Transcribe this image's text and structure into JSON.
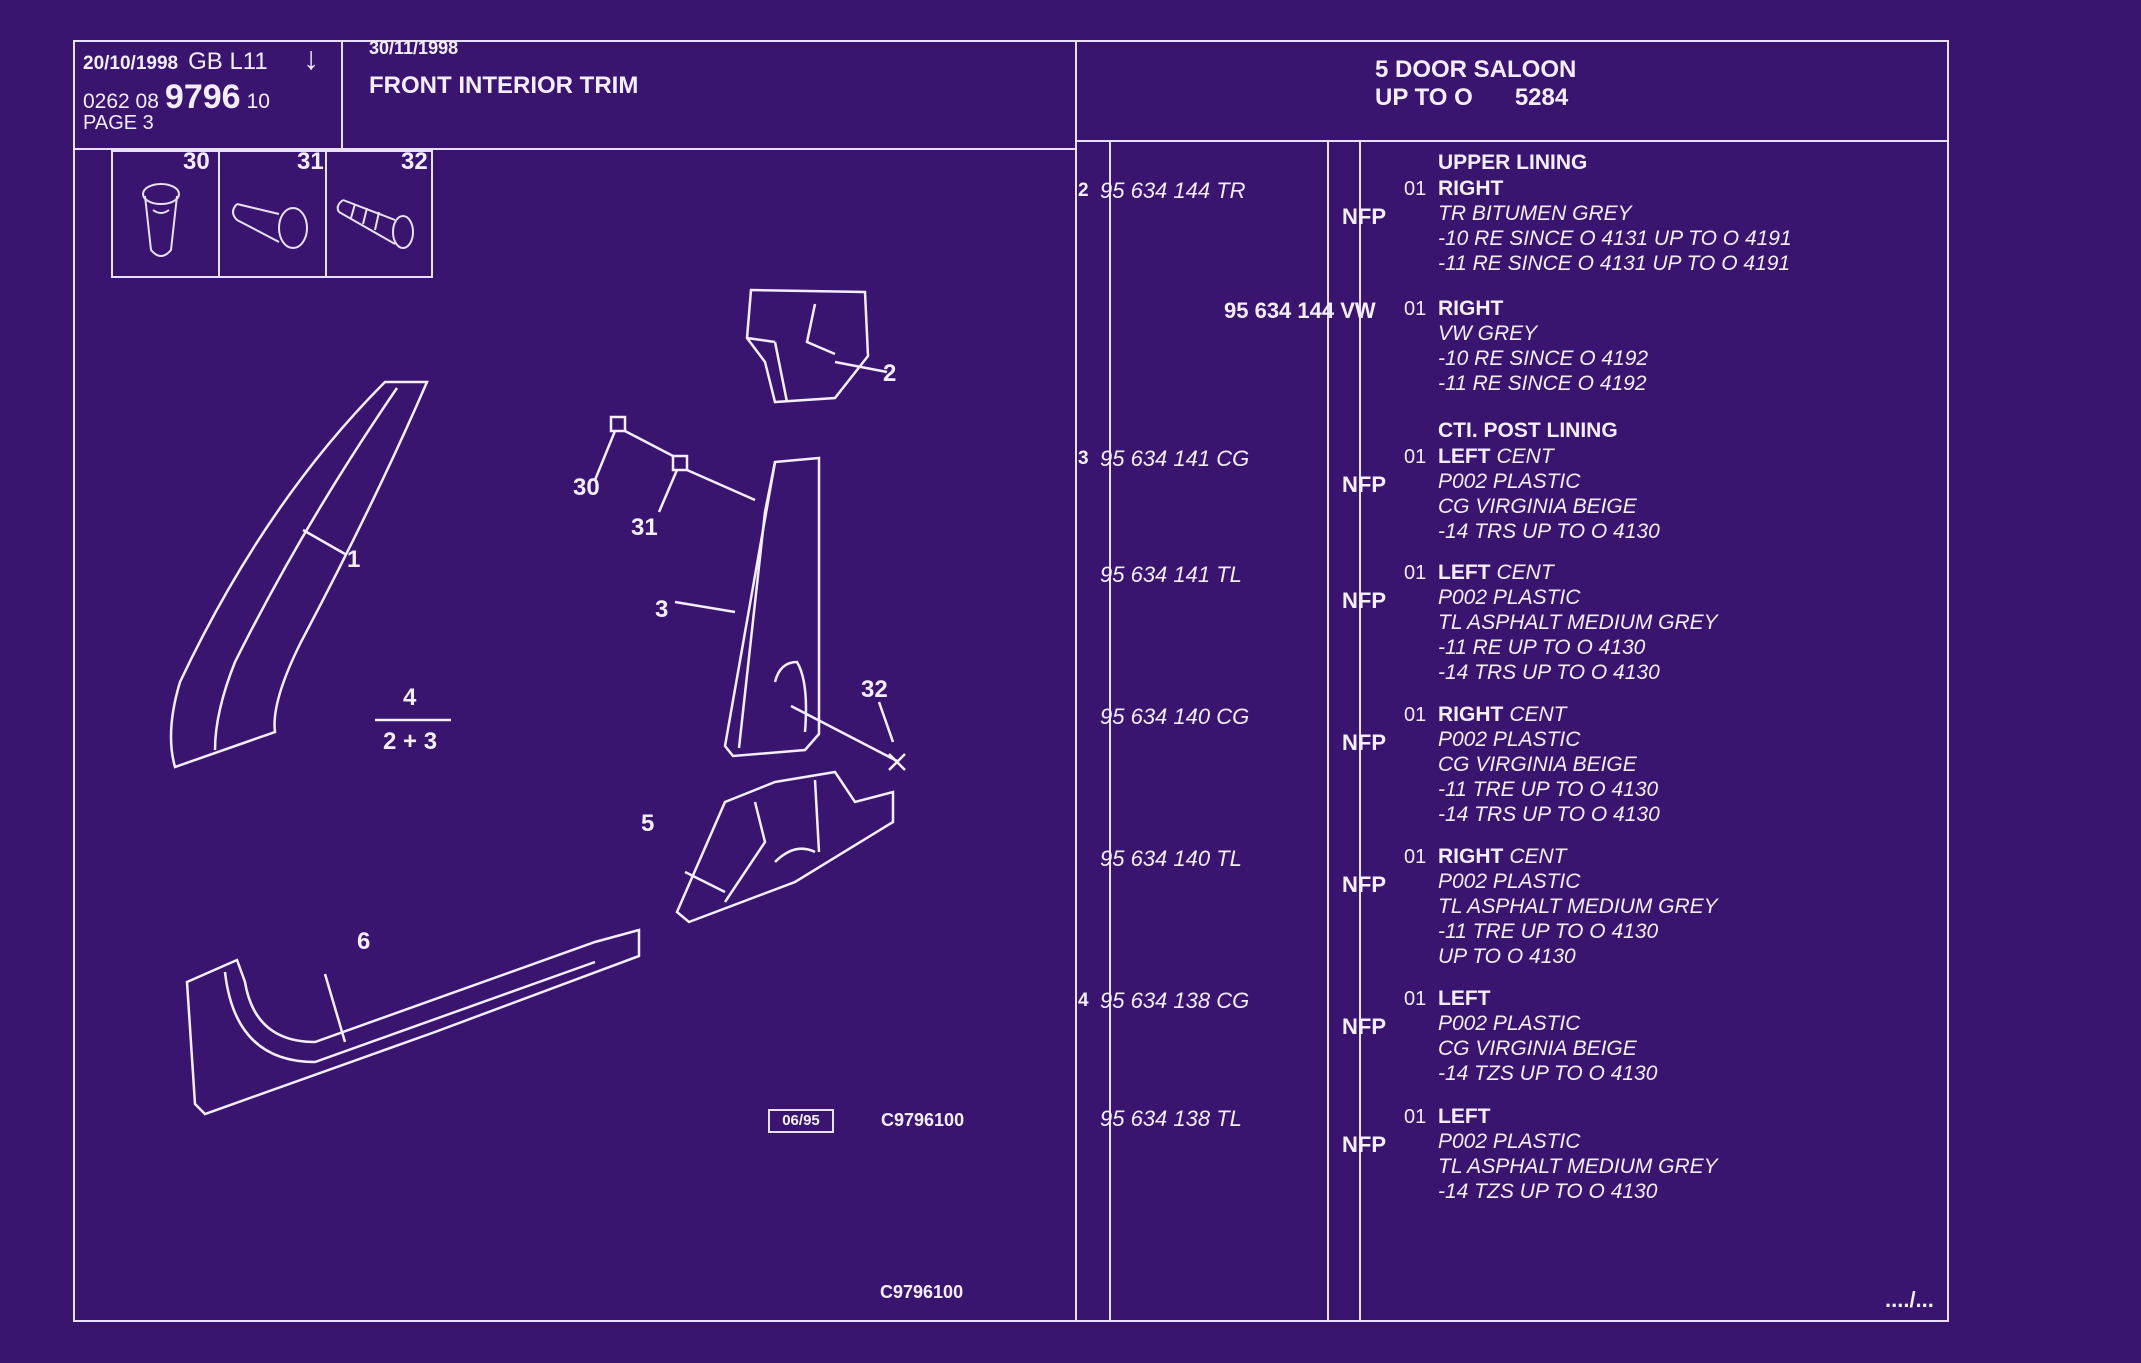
{
  "header": {
    "date_left": "20/10/1998",
    "market": "GB L11",
    "arrow": "↓",
    "code_prefix": "0262 08",
    "code_main": "9796",
    "code_suffix": "10",
    "page": "PAGE 3",
    "date_right": "30/11/1998",
    "title": "FRONT INTERIOR TRIM",
    "model_line1": "5 DOOR SALOON",
    "model_line2_a": "UP TO O",
    "model_line2_b": "5284"
  },
  "fasteners": [
    "30",
    "31",
    "32"
  ],
  "diagram": {
    "callouts": [
      "1",
      "2",
      "3",
      "4",
      "2 + 3",
      "5",
      "6",
      "30",
      "31",
      "32"
    ],
    "date_tag": "06/95",
    "ref_code_inline": "C9796100",
    "ref_code_bottom": "C9796100"
  },
  "parts": [
    {
      "item": "",
      "part": "",
      "nfp": "",
      "qty": "",
      "desc": [
        "UPPER LINING"
      ],
      "heading": true
    },
    {
      "item": "2",
      "part": "95 634 144 TR",
      "nfp": "NFP",
      "qty": "01",
      "desc": [
        "RIGHT",
        "TR BITUMEN GREY",
        "-10 RE SINCE O 4131 UP TO O 4191",
        "-11 RE SINCE O 4131 UP TO O 4191"
      ]
    },
    {
      "item": "",
      "part": "95 634 144 VW",
      "nfp": "",
      "qty": "01",
      "desc": [
        "RIGHT",
        "VW GREY",
        "-10 RE SINCE O 4192",
        "-11 RE SINCE O 4192"
      ],
      "bold": true
    },
    {
      "item": "",
      "part": "",
      "nfp": "",
      "qty": "",
      "desc": [
        "CTI. POST LINING"
      ],
      "heading": true
    },
    {
      "item": "3",
      "part": "95 634 141 CG",
      "nfp": "NFP",
      "qty": "01",
      "desc": [
        "LEFT",
        "P002 PLASTIC",
        "CG VIRGINIA BEIGE",
        "-14 TRS UP TO O 4130"
      ],
      "cent": true
    },
    {
      "item": "",
      "part": "95 634 141 TL",
      "nfp": "NFP",
      "qty": "01",
      "desc": [
        "LEFT",
        "P002 PLASTIC",
        "TL ASPHALT MEDIUM GREY",
        "-11 RE UP TO O 4130",
        "-14 TRS UP TO O 4130"
      ],
      "cent": true
    },
    {
      "item": "",
      "part": "95 634 140 CG",
      "nfp": "NFP",
      "qty": "01",
      "desc": [
        "RIGHT",
        "P002 PLASTIC",
        "CG VIRGINIA BEIGE",
        "-11 TRE UP TO O 4130",
        "-14 TRS UP TO O 4130"
      ],
      "cent": true
    },
    {
      "item": "",
      "part": "95 634 140 TL",
      "nfp": "NFP",
      "qty": "01",
      "desc": [
        "RIGHT",
        "P002 PLASTIC",
        "TL ASPHALT MEDIUM GREY",
        "-11 TRE UP TO O 4130",
        "UP TO O 4130"
      ],
      "cent": true
    },
    {
      "item": "4",
      "part": "95 634 138 CG",
      "nfp": "NFP",
      "qty": "01",
      "desc": [
        "LEFT",
        "P002 PLASTIC",
        "CG VIRGINIA BEIGE",
        "-14 TZS UP TO O 4130"
      ]
    },
    {
      "item": "",
      "part": "95 634 138 TL",
      "nfp": "NFP",
      "qty": "01",
      "desc": [
        "LEFT",
        "P002 PLASTIC",
        "TL ASPHALT MEDIUM GREY",
        "-14 TZS UP TO O 4130"
      ]
    }
  ],
  "cent_word": "CENT",
  "continued": "..../...",
  "colors": {
    "background": "#3a1570",
    "ink": "#f4eefc"
  }
}
